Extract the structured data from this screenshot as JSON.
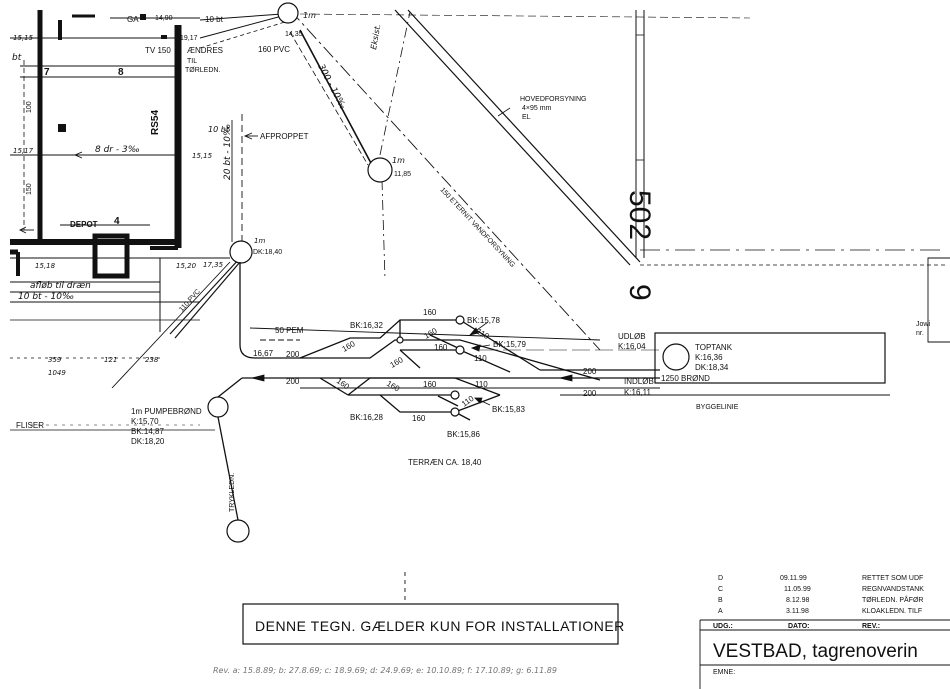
{
  "colors": {
    "ink": "#111111",
    "paper": "#ffffff",
    "wall": "#1a1a1a"
  },
  "building": {
    "room7": "7",
    "room8": "8",
    "room4": "4",
    "depot": "DEPOT",
    "rs54": "RS54",
    "ga": "GA",
    "lvl_1490": "14,90",
    "lvl_1917": "19,17",
    "tv150": "TV 150",
    "andres": "ÆNDRES",
    "til": "TIL",
    "torledn": "TØRLEDN.",
    "lvl_1515": "15,15",
    "lvl_1517": "15,17",
    "lvl_1518": "15,18",
    "lvl_1520": "15,20",
    "lvl_1515b": "15,15",
    "lvl_1735": "17,35",
    "bt_left": "bt",
    "slope_8dr": "8 dr - 3‰",
    "afloeb": "afløb til dræn",
    "slope_10bt": "10 bt - 10‰",
    "dim_100": "100",
    "dim_150": "150"
  },
  "pipes": {
    "bt10_top": "10 bt",
    "pvc160": "160 PVC",
    "mh_top_label": "1m",
    "mh_top_lvl": "14,35",
    "bt10_mid": "10 bt",
    "affroppet": "AFPROPPET",
    "bt20": "20 bt - 10‰",
    "mh_left_label": "1m",
    "mh_left_dk": "DK:18,40",
    "mh_center_label": "1m",
    "mh_center_lvl": "11,85",
    "slope_300": "300 - 10‰",
    "eksist": "Eksist.",
    "hoved_1": "HOVEDFORSYNING",
    "hoved_2": "4×95 mm",
    "hoved_3": "EL",
    "eternit": "150 ETERNIT VANDFORSYNING",
    "novpc": "110 PVC",
    "pem50": "50 PEM",
    "lvl_1667": "16,67",
    "d200a": "200",
    "d200b": "200",
    "d200c": "200",
    "d200d": "200",
    "d160a": "160",
    "d160b": "160",
    "d160c": "160",
    "d160d": "160",
    "d160e": "160",
    "d160f": "160",
    "d160g": "160",
    "d160h": "160",
    "d160i": "160",
    "d110a": "110",
    "d110b": "110",
    "d110c": "110",
    "d110d": "110",
    "bk1632": "BK:16,32",
    "bk1578": "BK:15,78",
    "bk1579": "BK:15,79",
    "bk1628": "BK:16,28",
    "bk1583": "BK:15,83",
    "bk1586": "BK:15,86",
    "udlob": "UDLØB",
    "udlob_k": "K:16,04",
    "indlob": "INDLØB",
    "indlob_k": "K:16,11",
    "toptank": "TOPTANK",
    "toptank_k": "K:16,36",
    "toptank_dk": "DK:18,34",
    "brond": "1250 BRØND",
    "byggelinie": "BYGGELINIE",
    "pump_1": "1m PUMPEBRØND",
    "pump_2": "K:15,70",
    "pump_3": "BK:14,87",
    "pump_4": "DK:18,20",
    "trykledn": "TRYKLEDN.",
    "fliser": "FLISER",
    "terraen": "TERRÆN CA. 18,40",
    "lvl_359": "359",
    "lvl_121": "121",
    "lvl_238": "238",
    "lvl_1049": "1049"
  },
  "handwritten": {
    "n502": "502",
    "n9": "9"
  },
  "note": {
    "text": "DENNE TEGN. GÆLDER KUN FOR INSTALLATIONER"
  },
  "revision_line": "Rev. a: 15.8.89; b: 27.8.69; c: 18.9.69; d: 24.9.69; e: 10.10.89; f: 17.10.89; g: 6.11.89",
  "right_fragment": {
    "line1": "Jowi",
    "line2": "nr."
  },
  "revisions": {
    "rows": [
      {
        "letter": "D",
        "date": "09.11.99",
        "text": "RETTET SOM UDF"
      },
      {
        "letter": "C",
        "date": "11.05.99",
        "text": "REGNVANDSTANK"
      },
      {
        "letter": "B",
        "date": "8.12.98",
        "text": "TØRLEDN. PÅFØR"
      },
      {
        "letter": "A",
        "date": "3.11.98",
        "text": "KLOAKLEDN. TILF"
      }
    ],
    "h_udg": "UDG.:",
    "h_dato": "DATO:",
    "h_rev": "REV.:"
  },
  "titleblock": {
    "title": "VESTBAD, tagrenoverin",
    "emne": "EMNE:"
  }
}
